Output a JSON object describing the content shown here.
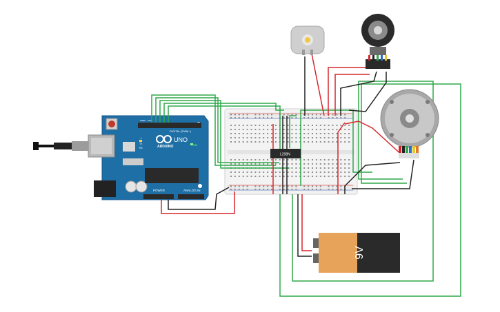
{
  "arduino": {
    "brand": "ARDUINO",
    "model": "UNO",
    "digital_label": "DIGITAL (PWM~)",
    "power_label": "POWER",
    "analog_label": "ANALOG IN",
    "on_label": "ON",
    "tx_label": "TX",
    "rx_label": "RX",
    "l_label": "L",
    "aref_label": "AREF",
    "gnd_label": "GND"
  },
  "chip": {
    "label": "L298N"
  },
  "battery": {
    "label": "9V"
  },
  "colors": {
    "board": "#1f6fa7",
    "wire_green": "#2ea84a",
    "wire_red": "#d7262b",
    "wire_black": "#222222",
    "battery_orange": "#e8a35a",
    "battery_black": "#2a2a2a"
  }
}
